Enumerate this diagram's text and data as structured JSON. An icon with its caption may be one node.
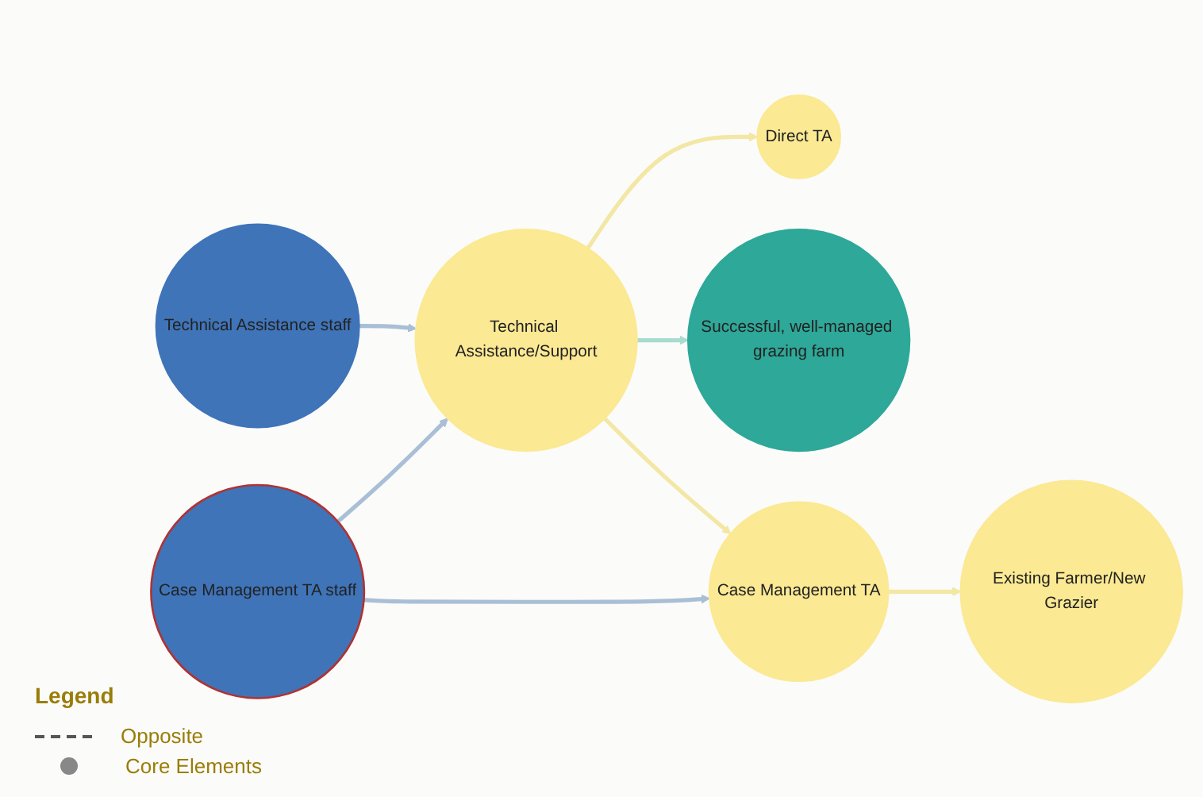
{
  "diagram": {
    "nodes": [
      {
        "text": [
          "Direct TA"
        ]
      },
      {
        "text": [
          "Successful, well-managed grazing farm"
        ]
      },
      {
        "text": [
          "Case Management TA staff"
        ]
      },
      {
        "text": [
          "Technical Assistance/Support"
        ]
      },
      {
        "text": [
          "Case Management TA"
        ]
      },
      {
        "text": [
          "Existing Farmer/New Grazier"
        ]
      },
      {
        "text": [
          "Technical Assistance staff"
        ]
      }
    ],
    "edges": [
      {
        "from": 2,
        "to": 3,
        "arrow": "to",
        "color": "#a9bfd6"
      },
      {
        "from": 3,
        "to": 0,
        "arrow": "to"
      },
      {
        "from": 2,
        "to": 4,
        "arrow": "to",
        "color": "#a9bfd6"
      },
      {
        "from": 3,
        "to": 4,
        "arrow": "to"
      },
      {
        "from": 4,
        "to": 5,
        "arrow": "to"
      },
      {
        "from": 6,
        "to": 3,
        "arrow": "to",
        "color": "#a9bfd6"
      },
      {
        "from": 3,
        "to": 1,
        "arrow": "to",
        "color": "#a8dccf"
      }
    ],
    "labels": [
      "Legend"
    ],
    "legend": [
      {
        "text": "Opposite"
      },
      {
        "text": "Core Elements"
      }
    ]
  }
}
